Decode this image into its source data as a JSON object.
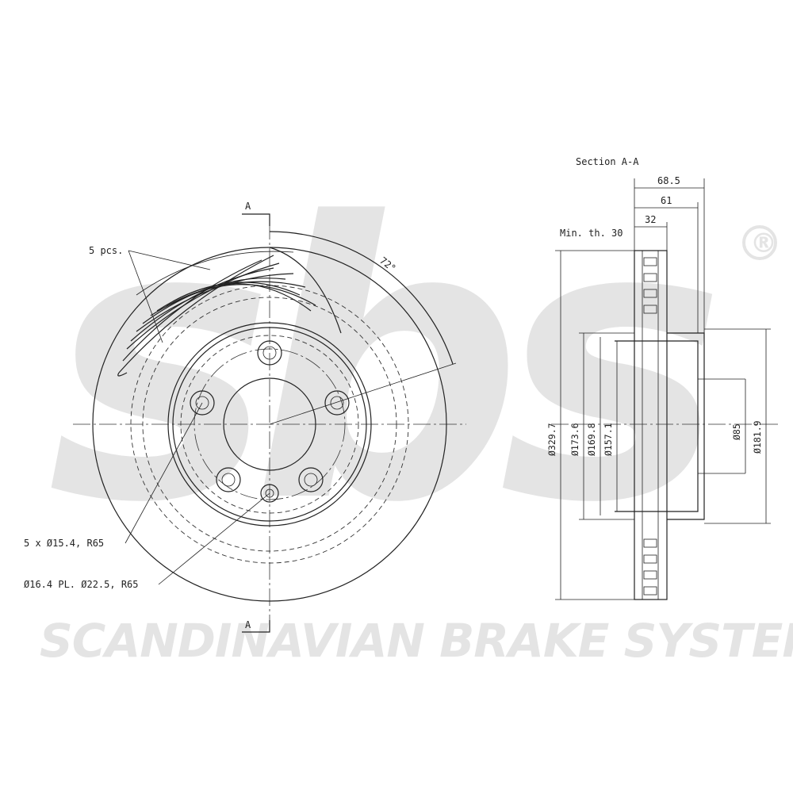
{
  "watermark": {
    "brand": "sbs",
    "registered_mark": "®",
    "company": "SCANDINAVIAN BRAKE SYSTEMS",
    "color": "#e4e4e4"
  },
  "front_view": {
    "section_marker_top": "A",
    "section_marker_bottom": "A",
    "vanes_label": "5 pcs.",
    "angle_label": "72°",
    "bolt_holes_label": "5 x Ø15.4, R65",
    "pin_hole_label": "Ø16.4 PL. Ø22.5, R65"
  },
  "section_view": {
    "title": "Section A-A",
    "min_thickness": "Min. th. 30",
    "dim_overall_height": "68.5",
    "dim_hat_height": "61",
    "dim_disc_thickness": "32",
    "dim_outer_diameter": "Ø329.7",
    "dim_d1": "Ø173.6",
    "dim_d2": "Ø169.8",
    "dim_d3": "Ø157.1",
    "dim_center_bore": "Ø85",
    "dim_d4": "Ø181.9"
  },
  "colors": {
    "line": "#222222",
    "background": "#ffffff"
  }
}
